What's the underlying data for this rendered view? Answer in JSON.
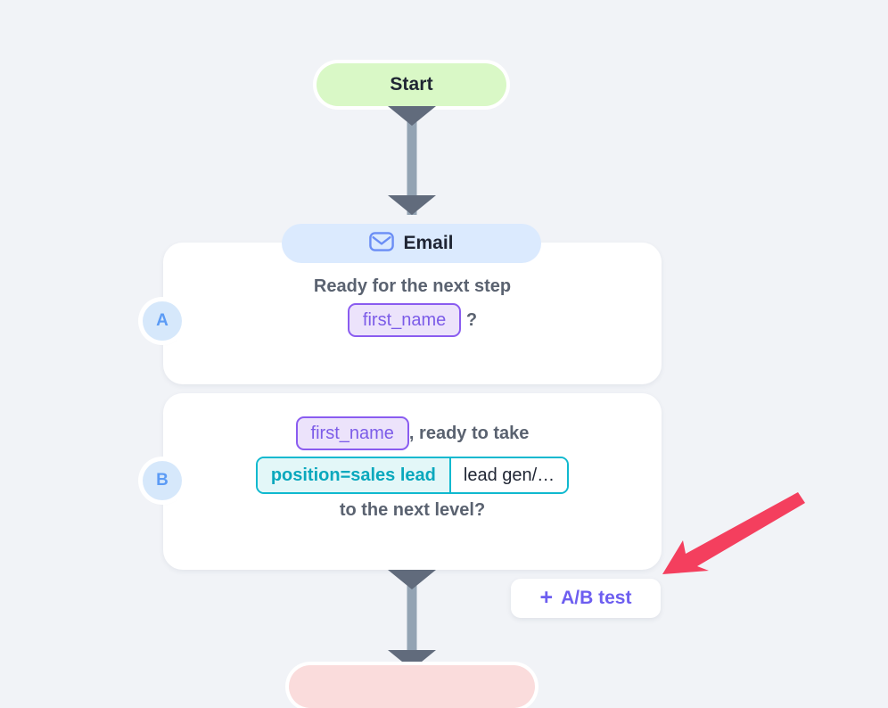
{
  "canvas": {
    "background_color": "#f1f3f7"
  },
  "nodes": {
    "start": {
      "label": "Start",
      "color": "#d9f8c6"
    },
    "email": {
      "header_label": "Email",
      "header_color": "#dbeafe",
      "icon": "envelope-icon",
      "icon_color": "#6b8ef5"
    },
    "end": {
      "label": "",
      "color": "#fadcdc"
    }
  },
  "variants": [
    {
      "badge": "A",
      "badge_color": "#d6e8fb",
      "badge_text_color": "#5b9bf5",
      "lines": [
        {
          "parts": [
            {
              "type": "text",
              "value": "Ready for the next step"
            }
          ]
        },
        {
          "parts": [
            {
              "type": "variable",
              "value": "first_name"
            },
            {
              "type": "text",
              "value": " ?"
            }
          ]
        }
      ]
    },
    {
      "badge": "B",
      "badge_color": "#d6e8fb",
      "badge_text_color": "#5b9bf5",
      "lines": [
        {
          "parts": [
            {
              "type": "variable",
              "value": "first_name"
            },
            {
              "type": "text",
              "value": ", ready to take"
            }
          ]
        },
        {
          "parts": [
            {
              "type": "condition",
              "left": "position=sales lead",
              "right": "lead gen/…"
            }
          ]
        },
        {
          "parts": [
            {
              "type": "text",
              "value": "to the next level?"
            }
          ]
        }
      ]
    }
  ],
  "card_a": {
    "line1": "Ready for the next step",
    "variable": "first_name",
    "line2_suffix": " ?",
    "badge": "A"
  },
  "card_b": {
    "variable": "first_name",
    "line1_suffix": ", ready to take",
    "condition_left": "position=sales lead",
    "condition_right": "lead gen/…",
    "line3": "to the next level?",
    "badge": "B"
  },
  "ab_test_button": {
    "plus": "+",
    "label": "A/B test",
    "accent_color": "#6d5ef0"
  },
  "annotation": {
    "arrow_color": "#f43f5e",
    "points_to": "ab-test-button"
  },
  "colors": {
    "background": "#f1f3f7",
    "card": "#ffffff",
    "text": "#5a6270",
    "variable_token_text": "#7c5ce8",
    "variable_token_bg": "#ece3fb",
    "variable_token_border": "#8a5cf0",
    "condition_border": "#0fb9cf",
    "condition_left_bg": "#e3f7f8",
    "condition_left_text": "#0aa8bd",
    "connector_head": "#616b7c",
    "connector_shaft": "#93a3b3"
  }
}
